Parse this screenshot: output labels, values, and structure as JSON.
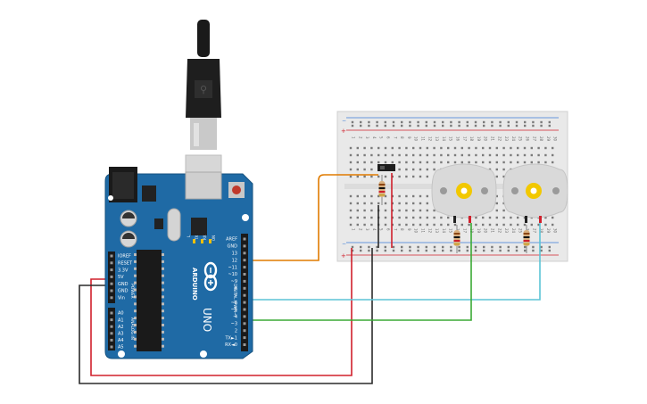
{
  "arduino": {
    "model": "UNO",
    "brand": "ARDUINO",
    "header_power_labels": [
      "IOREF",
      "RESET",
      "3.3V",
      "5V",
      "GND",
      "GND",
      "Vin"
    ],
    "header_power_title": "POWER",
    "header_analog_labels": [
      "A0",
      "A1",
      "A2",
      "A3",
      "A4",
      "A5"
    ],
    "header_analog_title": "ANALOG IN",
    "header_digital_labels": [
      "AREF",
      "GND",
      "13",
      "12",
      "~11",
      "~10",
      "~9",
      "8",
      "7",
      "~6",
      "~5",
      "4",
      "~3",
      "2",
      "TX►1",
      "RX◄0"
    ],
    "header_digital_title": "DIGITAL (PWM~)",
    "led_labels": [
      "L",
      "TX",
      "RX"
    ],
    "on_label": "ON"
  },
  "breadboard": {
    "rail_plus": "+",
    "rail_minus": "−",
    "column_numbers": [
      "1",
      "2",
      "3",
      "4",
      "5",
      "6",
      "7",
      "8",
      "9",
      "10",
      "11",
      "12",
      "13",
      "14",
      "15",
      "16",
      "17",
      "18",
      "19",
      "20",
      "21",
      "22",
      "23",
      "24",
      "25",
      "26",
      "27",
      "28",
      "29",
      "30"
    ],
    "row_letters_top": [
      "j",
      "i",
      "h",
      "g",
      "f"
    ],
    "row_letters_bottom": [
      "e",
      "d",
      "c",
      "b",
      "a"
    ]
  },
  "wires": {
    "orange": "#e07b00",
    "red": "#d0202c",
    "black": "#2b2b2b",
    "green": "#3aaa35",
    "cyan": "#5bc4d6"
  },
  "components": {
    "motor_count": 2,
    "motor_color": "#d9d9d9",
    "gear_color": "#f2c800"
  }
}
